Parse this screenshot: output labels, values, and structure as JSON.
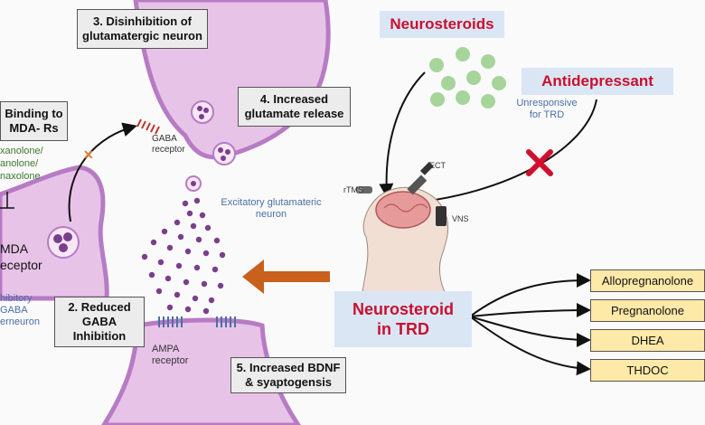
{
  "steps": {
    "binding": {
      "line1": "Binding to",
      "line2": "MDA- Rs"
    },
    "reduced_gaba": {
      "line1": "2. Reduced",
      "line2": "GABA",
      "line3": "Inhibition"
    },
    "disinhibition": {
      "line1": "3. Disinhibition of",
      "line2": "glutamatergic neuron"
    },
    "glutamate_release": {
      "line1": "4. Increased",
      "line2": "glutamate release"
    },
    "bdnf": {
      "line1": "5. Increased BDNF",
      "line2": "& syaptogensis"
    }
  },
  "labels": {
    "gaba_receptor": {
      "line1": "GABA",
      "line2": "receptor"
    },
    "excitatory_neuron": {
      "line1": "Excitatory glutamateric",
      "line2": "neuron"
    },
    "ampa_receptor": {
      "line1": "AMPA",
      "line2": "receptor"
    },
    "nmda_receptor": {
      "line1": "MDA",
      "line2": "eceptor"
    },
    "inhibitory_interneuron": {
      "line1": "hibitory",
      "line2": "GABA",
      "line3": "erneuron"
    },
    "ketamine_list": [
      "xanolone/",
      "anolone/",
      "naxolone"
    ],
    "nmda_block_symbol": "⊥",
    "gaba_block_symbol": "✕"
  },
  "right_panel": {
    "neurosteroids_title": "Neurosteroids",
    "antidepressant_title": "Antidepressant",
    "unresponsive_note": {
      "line1": "Unresponsive",
      "line2": "for TRD"
    },
    "ect_label": "ECT",
    "rtms_label": "rTMS",
    "vns_label": "VNS",
    "neurosteroid_trd": {
      "line1": "Neurosteroid",
      "line2": "in TRD"
    },
    "compounds": [
      "Allopregnanolone",
      "Pregnanolone",
      "DHEA",
      "THDOC"
    ]
  },
  "colors": {
    "neuron_fill": "#e8c3e8",
    "neuron_border": "#b77bc4",
    "vesicle": "#7a3f8c",
    "neurosteroid_dot": "#a6d49b",
    "accent_red": "#c8102e",
    "arrow_orange": "#c9601c",
    "label_blue": "#4a6fa5",
    "compound_fill": "#fde9a8",
    "box_gray": "#ececec",
    "title_box_blue": "#dbe6f5"
  }
}
